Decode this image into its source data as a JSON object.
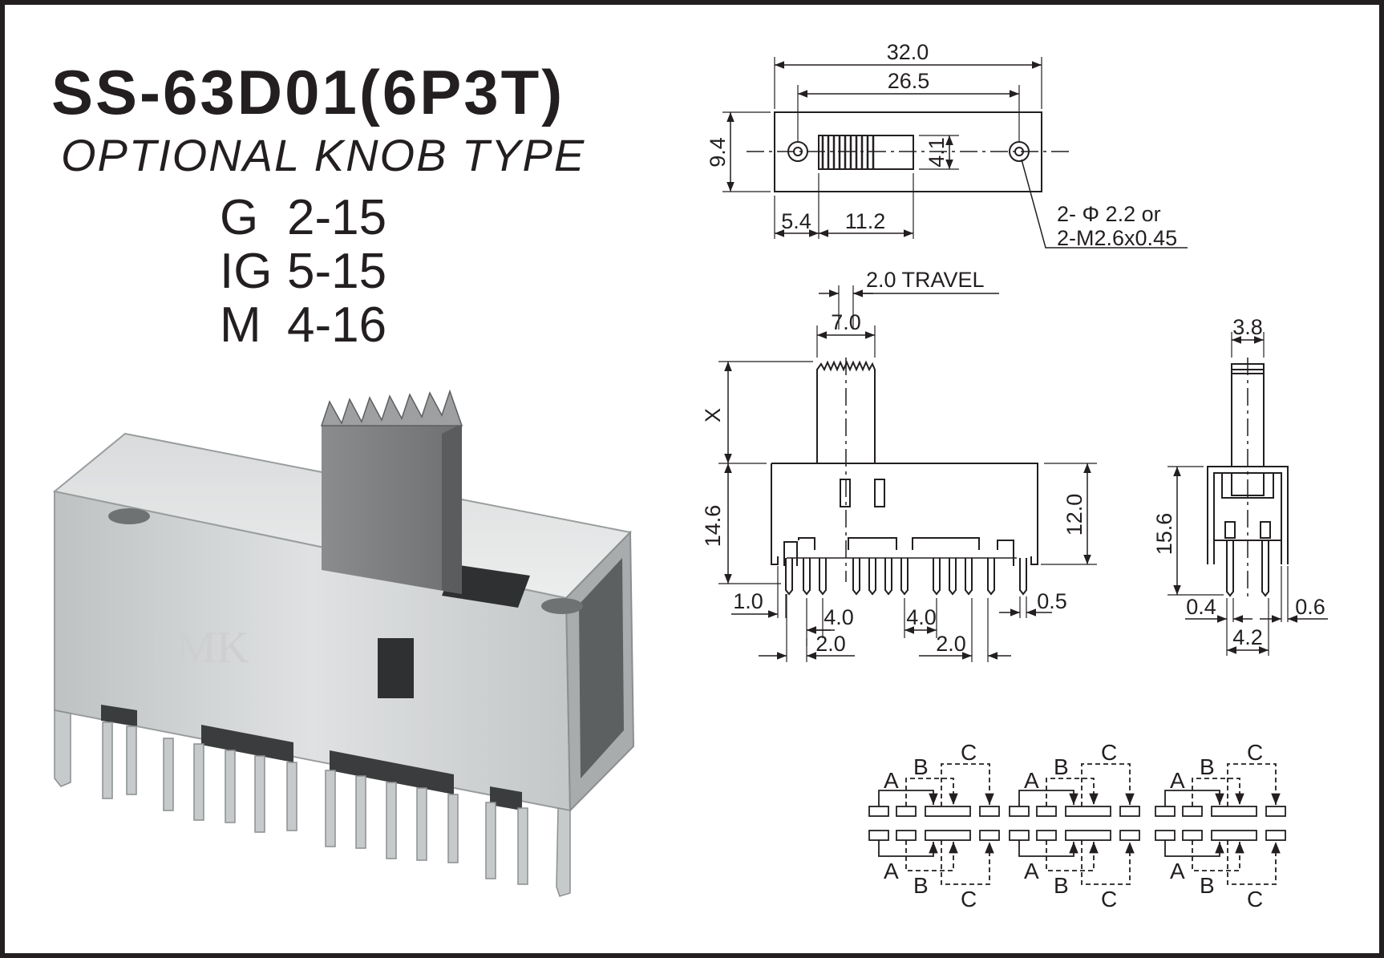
{
  "header": {
    "model": "SS-63D01(6P3T)",
    "subtitle": "OPTIONAL KNOB TYPE",
    "knob_options": [
      {
        "code": "G",
        "range": "2-15"
      },
      {
        "code": "IG",
        "range": "5-15"
      },
      {
        "code": "M",
        "range": "4-16"
      }
    ]
  },
  "photo": {
    "brand": "LMK"
  },
  "top_view": {
    "overall_width": "32.0",
    "hole_pitch": "26.5",
    "height": "9.4",
    "slot_height": "4.1",
    "edge_to_slot": "5.4",
    "slot_length": "11.2",
    "hole_note_1": "2- Φ 2.2  or",
    "hole_note_2": "2-M2.6x0.45"
  },
  "front_view": {
    "travel": "2.0  TRAVEL",
    "knob_width": "7.0",
    "knob_height": "X",
    "body_height": "14.6",
    "frame_height": "12.0",
    "tab_offset": "1.0",
    "pin_width": "0.5",
    "pitch_a": "4.0",
    "pitch_b": "4.0",
    "spacing_a": "2.0",
    "spacing_b": "2.0"
  },
  "side_view": {
    "knob_width": "3.8",
    "height": "15.6",
    "pin_left": "0.4",
    "pin_right": "0.6",
    "row_spacing": "4.2"
  },
  "schematic": {
    "labels": [
      "A",
      "B",
      "C"
    ]
  },
  "colors": {
    "ink": "#231f20",
    "metal": "#c9cccd",
    "knob": "#7a7c7d"
  }
}
